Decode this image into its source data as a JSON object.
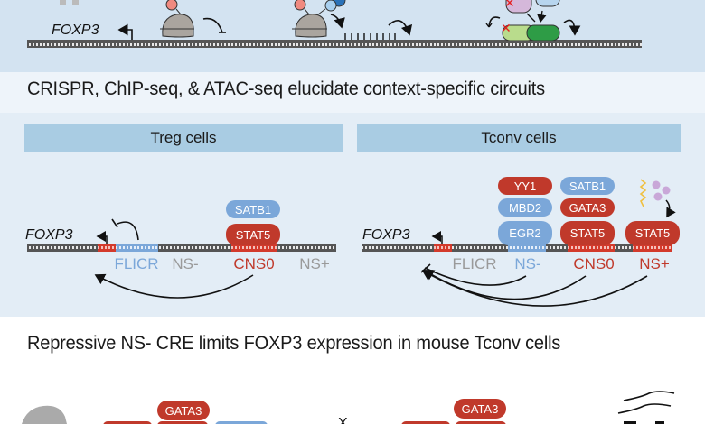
{
  "top_panel": {
    "gene_label": "FOXP3",
    "icons": [
      "crispr-cas9-repress",
      "crispr-cas9-activate-methylation",
      "tf-heterodimer-knockout"
    ]
  },
  "section_headings": {
    "circuits": "CRISPR, ChIP-seq, & ATAC-seq elucidate context-specific circuits",
    "repressive": "Repressive NS- CRE limits FOXP3 expression in mouse Tconv cells"
  },
  "treg_panel": {
    "title": "Treg cells",
    "gene_label": "FOXP3",
    "elements": [
      {
        "name": "FLICR",
        "color": "#7ba7d9"
      },
      {
        "name": "NS-",
        "color": "#9a9a9a"
      },
      {
        "name": "CNS0",
        "color": "#c0392b"
      },
      {
        "name": "NS+",
        "color": "#9a9a9a"
      }
    ],
    "factors": {
      "cns0": [
        "SATB1",
        "STAT5"
      ]
    }
  },
  "tconv_panel": {
    "title": "Tconv cells",
    "gene_label": "FOXP3",
    "elements": [
      {
        "name": "FLICR",
        "color": "#9a9a9a"
      },
      {
        "name": "NS-",
        "color": "#7ba7d9"
      },
      {
        "name": "CNS0",
        "color": "#c0392b"
      },
      {
        "name": "NS+",
        "color": "#c0392b"
      }
    ],
    "factors": {
      "ns_minus": [
        "YY1",
        "MBD2",
        "EGR2"
      ],
      "cns0": [
        "SATB1",
        "GATA3",
        "STAT5"
      ],
      "ns_plus": [
        "STAT5"
      ]
    }
  },
  "bottom_panel": {
    "factor_left": "GATA3",
    "factor_right": "GATA3",
    "cross_symbol": "X"
  },
  "colors": {
    "red": "#c0392b",
    "blue": "#7ba7d9",
    "gray": "#9a9a9a",
    "header_blue": "#a9cce3"
  }
}
